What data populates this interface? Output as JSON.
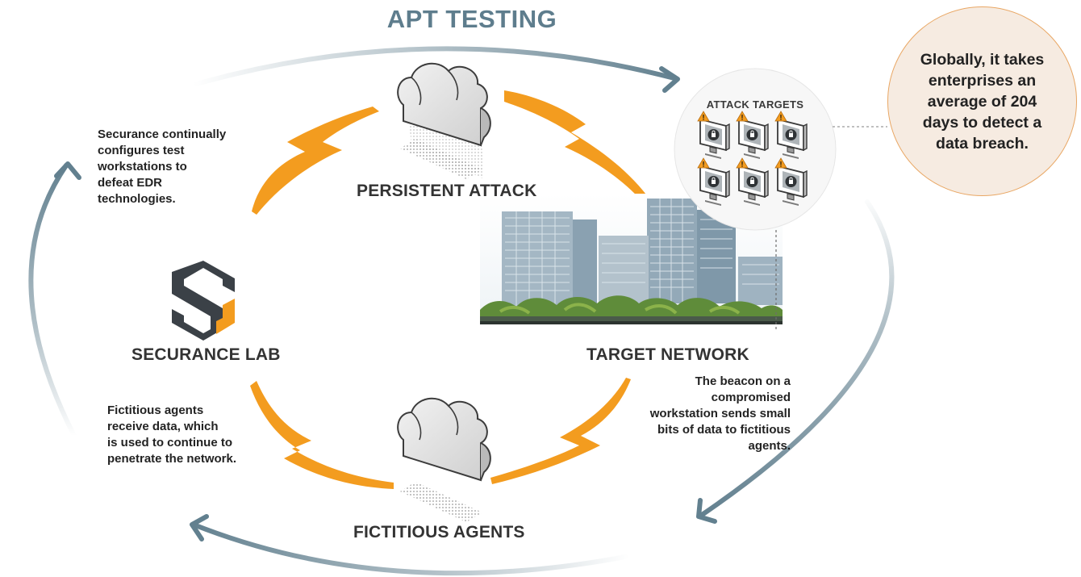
{
  "title": "APT TESTING",
  "nodes": {
    "persistent_attack": "PERSISTENT ATTACK",
    "target_network": "TARGET NETWORK",
    "securance_lab": "SECURANCE LAB",
    "fictitious_agents": "FICTITIOUS AGENTS"
  },
  "attack_targets_label": "ATTACK TARGETS",
  "stat": "Globally, it takes enterprises an average of 204 days to detect a data breach.",
  "notes": {
    "edr": [
      "Securance continually",
      "configures test",
      "workstations to",
      "defeat EDR",
      "technologies."
    ],
    "agents_receive": [
      "Fictitious agents",
      "receive data, which",
      "is used to continue to",
      "penetrate the network."
    ],
    "beacon": [
      "The beacon on a",
      "compromised",
      "workstation sends small",
      "bits of data to fictitious",
      "agents."
    ]
  },
  "colors": {
    "accent_orange": "#f39c1f",
    "arrow_slate": "#62808f",
    "title_slate": "#5e7d8d",
    "stat_fill": "#f6ebe1",
    "stat_border": "#e9a764",
    "logo_dark": "#3b4147"
  },
  "icons": [
    "cloud-icon",
    "monitor-lock-icon",
    "lightning-icon",
    "securance-logo",
    "buildings-illustration"
  ]
}
